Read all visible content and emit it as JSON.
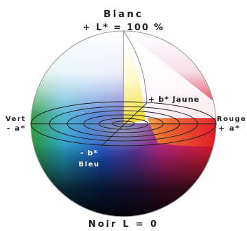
{
  "top": {
    "line1": "Blanc",
    "line2": "+ L* = 100 %"
  },
  "bottom": {
    "label": "Noir L = 0"
  },
  "left": {
    "line1": "Vert",
    "line2": "- a*"
  },
  "right": {
    "line1": "Rouge",
    "line2": "+ a*"
  },
  "yellow_axis": {
    "label": "+ b* Jaune"
  },
  "blue_axis": {
    "line1": "- b*",
    "line2": "Bleu"
  },
  "colors": {
    "green": "#2e9a3a",
    "red": "#e21b2a",
    "yellow": "#f2d400",
    "blue": "#1a55c8",
    "cyan": "#2ab0e8",
    "magenta": "#c0247a",
    "white": "#ffffff",
    "black": "#0d0d0d"
  }
}
